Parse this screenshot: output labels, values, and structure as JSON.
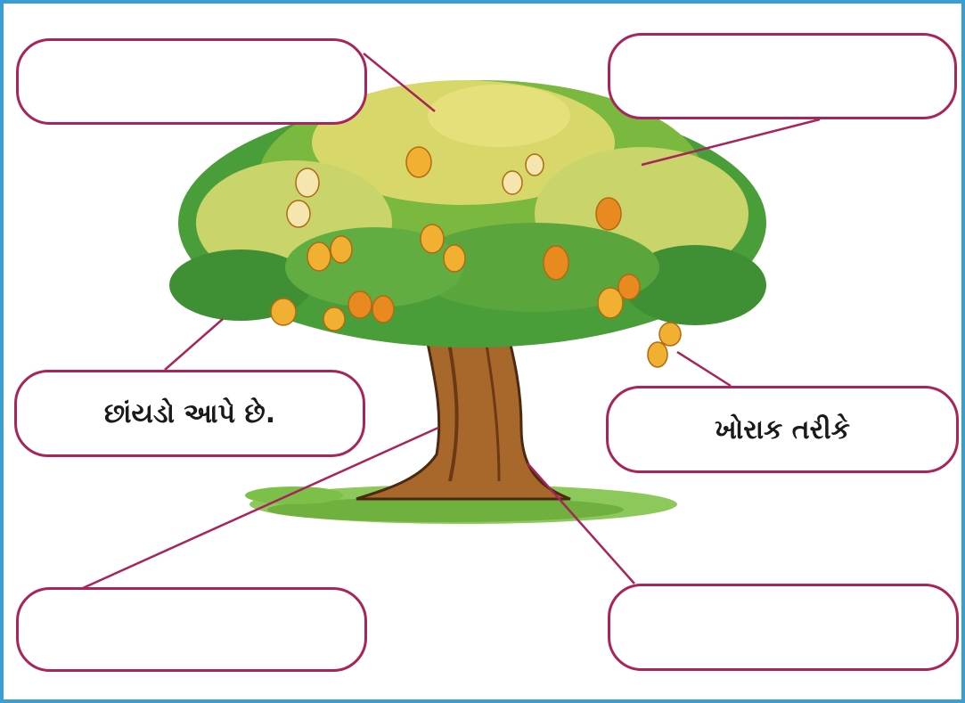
{
  "worksheet": {
    "boxes": {
      "top_left": "",
      "top_right": "",
      "middle_left": "છાંયડો આપે છે.",
      "middle_right": "ખોરાક તરીકે",
      "bottom_left": "",
      "bottom_right": ""
    },
    "illustration": "mango-tree",
    "colors": {
      "frame": "#3a9fd0",
      "box_border": "#a8245a",
      "leader_line": "#a8245a",
      "leaf_light": "#e6e07a",
      "leaf_dark": "#3f9a3a",
      "mango": "#f0a020",
      "trunk": "#9a5a22",
      "grass": "#7cc04a"
    }
  }
}
